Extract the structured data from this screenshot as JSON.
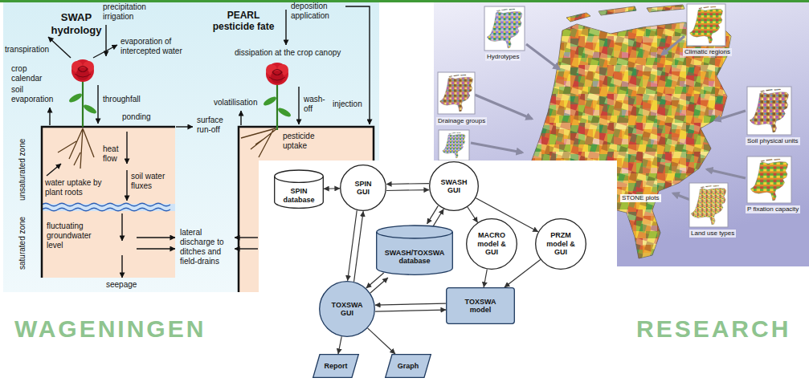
{
  "diagram": {
    "nodes": [
      {
        "text": [
          "SPIN database"
        ]
      },
      {
        "text": [
          "SPIN GUI"
        ]
      },
      {
        "text": [
          "SWASH GUI"
        ]
      },
      {
        "text": [
          "SWASH/TOXSWA database"
        ]
      },
      {
        "text": [
          "MACRO model & GUI"
        ]
      },
      {
        "text": [
          "PRZM model & GUI"
        ]
      },
      {
        "text": [
          "TOXSWA GUI"
        ]
      },
      {
        "text": [
          "TOXSWA model"
        ]
      },
      {
        "text": [
          "Report"
        ]
      },
      {
        "text": [
          "Graph"
        ]
      }
    ],
    "edges": [
      {
        "from": 1,
        "to": 0,
        "arrow": "both"
      },
      {
        "from": 1,
        "to": 2,
        "arrow": "to"
      },
      {
        "from": 2,
        "to": 1,
        "arrow": "to"
      },
      {
        "from": 2,
        "to": 3,
        "arrow": "to"
      },
      {
        "from": 3,
        "to": 2,
        "arrow": "to"
      },
      {
        "from": 2,
        "to": 4,
        "arrow": "to"
      },
      {
        "from": 2,
        "to": 5,
        "arrow": "to"
      },
      {
        "from": 1,
        "to": 6,
        "arrow": "to"
      },
      {
        "from": 6,
        "to": 1,
        "arrow": "to"
      },
      {
        "from": 6,
        "to": 3,
        "arrow": "to"
      },
      {
        "from": 3,
        "to": 6,
        "arrow": "to"
      },
      {
        "from": 4,
        "to": 7,
        "arrow": "to"
      },
      {
        "from": 5,
        "to": 7,
        "arrow": "to"
      },
      {
        "from": 6,
        "to": 7,
        "arrow": "to"
      },
      {
        "from": 7,
        "to": 6,
        "arrow": "to"
      },
      {
        "from": 6,
        "to": 8,
        "arrow": "to"
      },
      {
        "from": 6,
        "to": 9,
        "arrow": "to"
      }
    ],
    "labels": [
      "SWAP hydrology",
      "precipitation irrigation",
      "transpiration",
      "evaporation of intercepted water",
      "crop calendar",
      "soil evaporation",
      "throughfall",
      "ponding",
      "surface run-off",
      "unsaturated zone",
      "saturated zone",
      "heat flow",
      "water uptake by plant roots",
      "soil water fluxes",
      "fluctuating groundwater level",
      "seepage",
      "lateral discharge to ditches and field-drains",
      "PEARL pesticide fate",
      "deposition application",
      "dissipation at the crop canopy",
      "volatilisation",
      "wash-off",
      "injection",
      "pesticide uptake",
      "Hydrotypes",
      "Climatic regions",
      "Drainage groups",
      "Soil physical units",
      "P fixation capacity",
      "Land use types",
      "STONE plots",
      "WAGENINGEN",
      "RESEARCH"
    ]
  }
}
